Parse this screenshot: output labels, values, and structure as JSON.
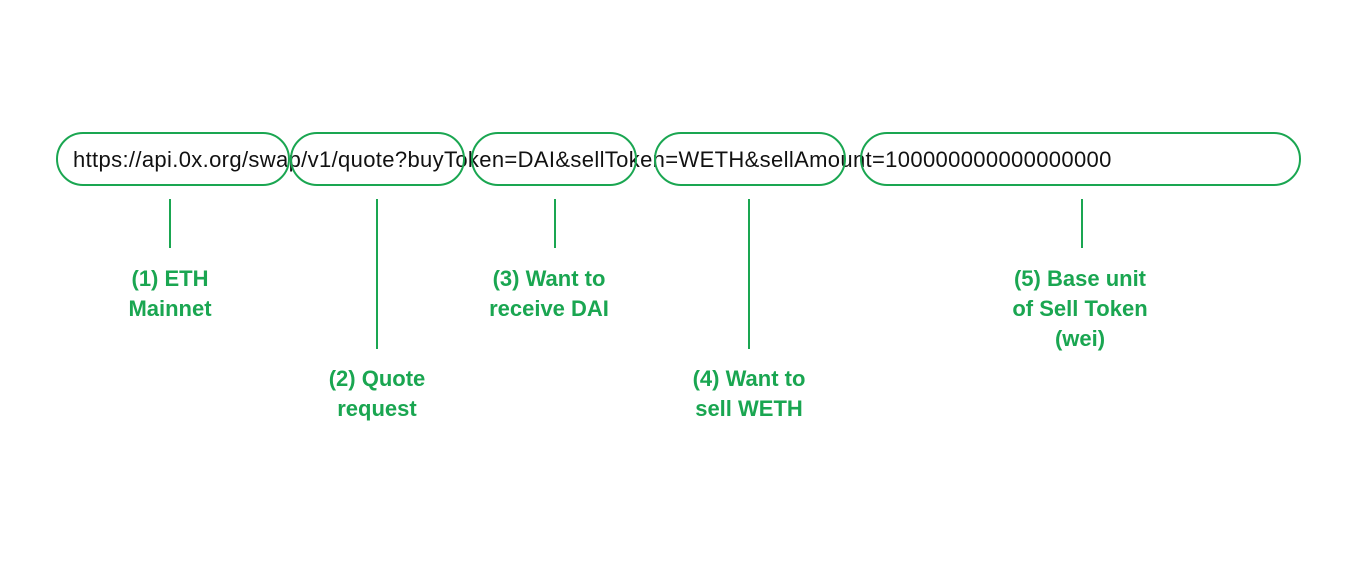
{
  "url": {
    "host": "https://api.0x.org/",
    "path": "swap/v1/quote",
    "qmark": "?",
    "buy": "buyToken=DAI",
    "amp1": "&",
    "sell": "sellToken=WETH",
    "amp2": "&",
    "amount": "sellAmount=100000000000000000"
  },
  "annotations": [
    {
      "line1": "(1) ETH",
      "line2": "Mainnet",
      "line3": ""
    },
    {
      "line1": "(2) Quote",
      "line2": "request",
      "line3": ""
    },
    {
      "line1": "(3) Want to",
      "line2": "receive DAI",
      "line3": ""
    },
    {
      "line1": "(4) Want to",
      "line2": "sell WETH",
      "line3": ""
    },
    {
      "line1": "(5) Base unit",
      "line2": "of Sell Token",
      "line3": "(wei)"
    }
  ],
  "colors": {
    "accent": "#1aa651",
    "text": "#111111",
    "background": "#ffffff"
  }
}
